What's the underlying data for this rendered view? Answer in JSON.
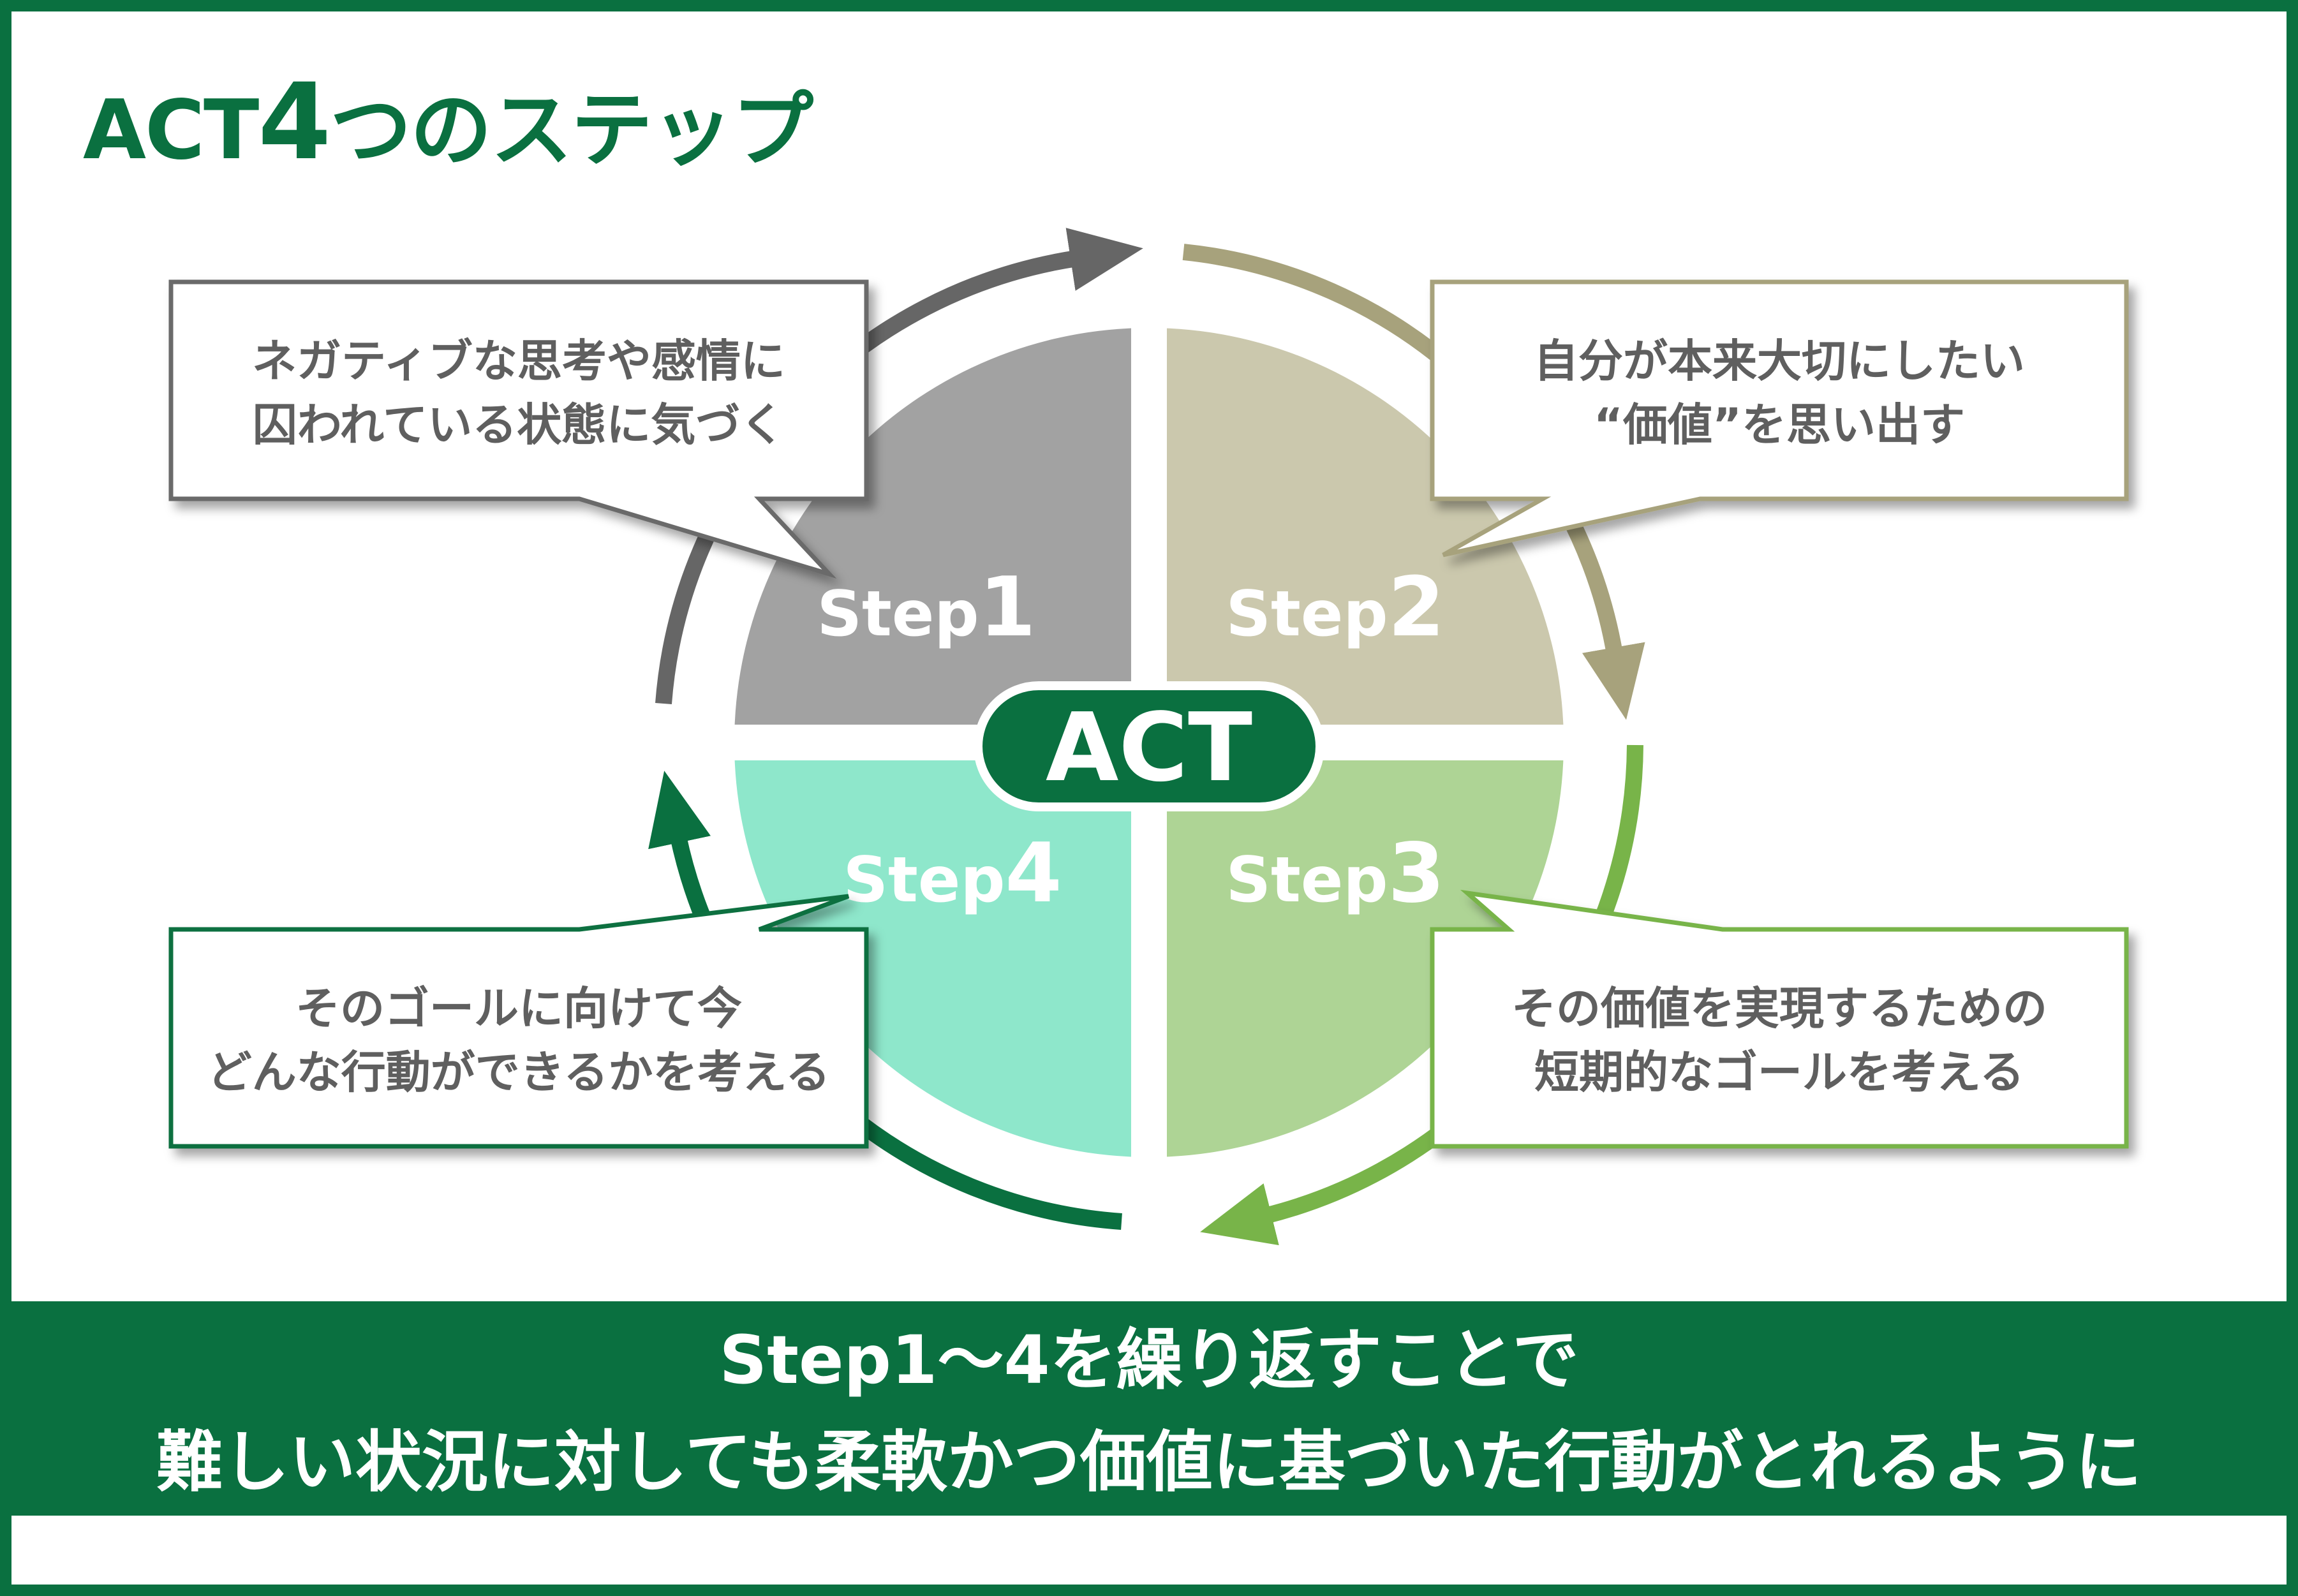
{
  "title": {
    "prefix": "ACT",
    "number": "4",
    "suffix": "つのステップ"
  },
  "center": {
    "label": "ACT"
  },
  "steps": [
    {
      "word": "Step",
      "number": "1",
      "color": "#a2a2a2"
    },
    {
      "word": "Step",
      "number": "2",
      "color": "#cbc8ad"
    },
    {
      "word": "Step",
      "number": "3",
      "color": "#aed495"
    },
    {
      "word": "Step",
      "number": "4",
      "color": "#8ee7cb"
    }
  ],
  "callouts": [
    {
      "lines": [
        "ネガティブな思考や感情に",
        "囚われている状態に気づく"
      ],
      "border_color": "#6a6a6a"
    },
    {
      "lines": [
        "自分が本来大切にしたい",
        "“価値”を思い出す"
      ],
      "border_color": "#a7a27c"
    },
    {
      "lines": [
        "その価値を実現するための",
        "短期的なゴールを考える"
      ],
      "border_color": "#78b449"
    },
    {
      "lines": [
        "そのゴールに向けて今",
        "どんな行動ができるかを考える"
      ],
      "border_color": "#0a7040"
    }
  ],
  "arrow_colors": [
    "#666666",
    "#a7a27c",
    "#78b449",
    "#0a7040"
  ],
  "banner": {
    "line1": "Step1～4を繰り返すことで",
    "line2": "難しい状況に対しても柔軟かつ価値に基づいた行動がとれるように"
  },
  "colors": {
    "brand_green": "#0a7040",
    "frame": "#0a7040"
  }
}
